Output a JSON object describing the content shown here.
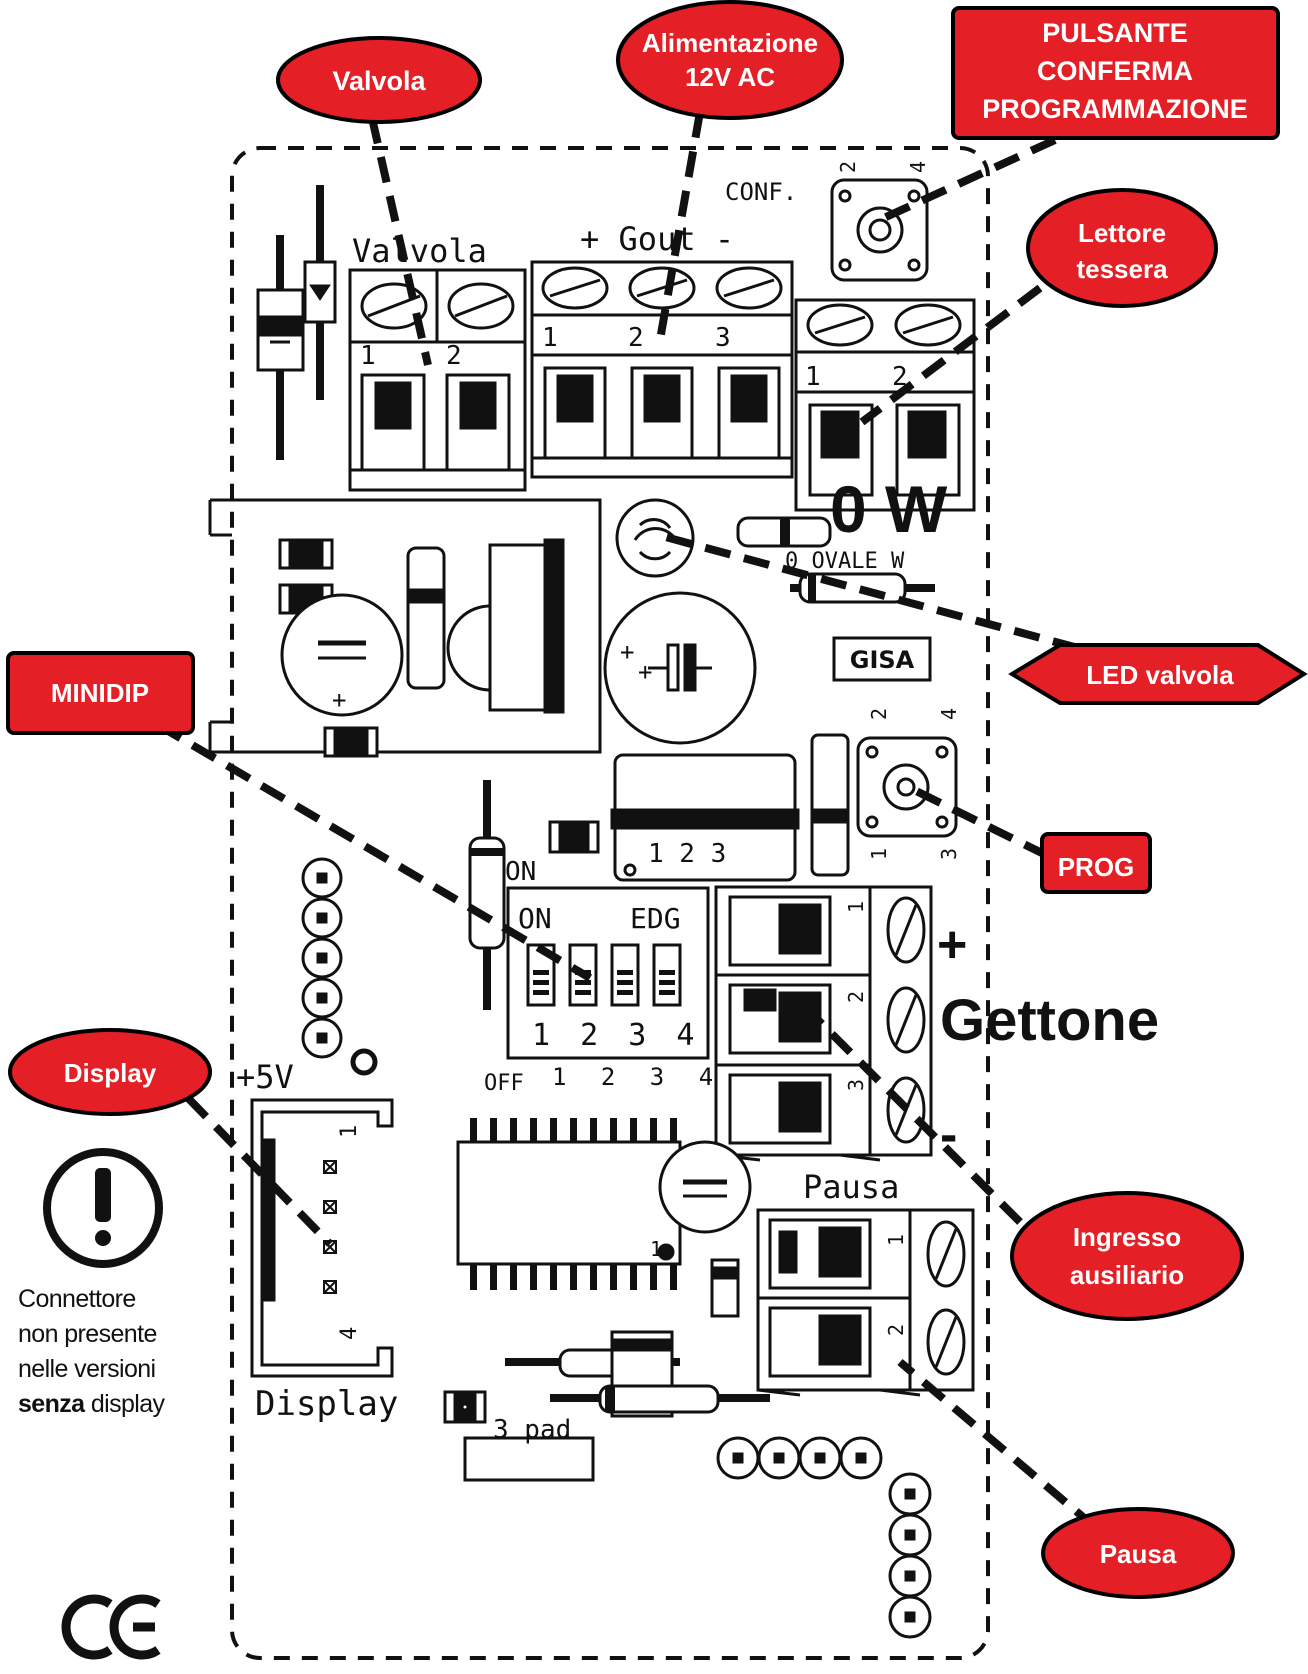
{
  "colors": {
    "callout_fill": "#e41f26",
    "callout_stroke": "#000000",
    "line": "#111111"
  },
  "callouts": {
    "valvola": "Valvola",
    "alimentazione_line1": "Alimentazione",
    "alimentazione_line2": "12V AC",
    "pulsante_line1": "PULSANTE",
    "pulsante_line2": "CONFERMA",
    "pulsante_line3": "PROGRAMMAZIONE",
    "lettore_line1": "Lettore",
    "lettore_line2": "tessera",
    "led_valvola": "LED valvola",
    "minidip": "MINIDIP",
    "prog": "PROG",
    "display": "Display",
    "ingresso_line1": "Ingresso",
    "ingresso_line2": "ausiliario",
    "pausa": "Pausa"
  },
  "silkscreen": {
    "valvola": "Valvola",
    "gout": "+ Gout -",
    "conf": "CONF.",
    "ow_big": "0 W",
    "ovale_w": "0 OVALE W",
    "gisa": "GISA",
    "on": "ON",
    "on2": "ON",
    "edg": "EDG",
    "dip_numbers": "1 2 3 4",
    "off_numbers": "1 2 3 4",
    "off": "OFF",
    "relay_pins": "1 2 3",
    "plus5v": "+5V",
    "display": "Display",
    "three_pad": "3 pad",
    "pausa": "Pausa",
    "gettone": "Gettone",
    "plus": "+",
    "minus": "-",
    "pin1": "1",
    "pin2": "2",
    "pin3": "3",
    "pin4": "4"
  },
  "warning_note": {
    "line1": "Connettore",
    "line2": "non presente",
    "line3": "nelle versioni",
    "bold": "senza",
    "after_bold": " display"
  },
  "ce_mark": "CE",
  "icons": [
    "exclamation-circle-icon",
    "ce-mark-icon"
  ]
}
